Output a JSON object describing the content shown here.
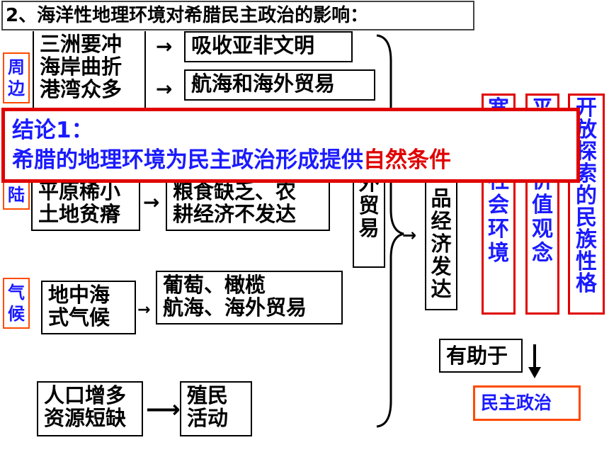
{
  "title": "2、海洋性地理环境对希腊民主政治的影响：",
  "tags": {
    "surround": "周边",
    "land": "陆",
    "climate": "气候"
  },
  "left": {
    "sea_lines": [
      "三洲要冲",
      "海岸曲折",
      "港湾众多"
    ],
    "land_lines": [
      "平原稀小",
      "土地贫瘠"
    ],
    "climate_lines": [
      "地中海",
      "式气候"
    ],
    "pop_lines": [
      "人口增多",
      "资源短缺"
    ]
  },
  "mid": {
    "absorb": "吸收亚非文明",
    "navigation": "航海和海外贸易",
    "grain_lines": [
      "粮食缺乏、农",
      "耕经济不发达"
    ],
    "grape_lines": [
      "葡萄、橄榄",
      "航海、海外贸易"
    ],
    "colony_lines": [
      "殖民",
      "活动"
    ]
  },
  "overseas_trade": "海外贸易",
  "commodity": "品经济发达",
  "columns": [
    "宽松的社会环境",
    "平等的价值观念",
    "开放探索的民族性格"
  ],
  "helps": "有助于",
  "democracy": "民主政治",
  "conclusion": {
    "label": "结论1：",
    "text_prefix": "希腊的地理环境为民主政治形成提供",
    "text_highlight": "自然条件"
  }
}
